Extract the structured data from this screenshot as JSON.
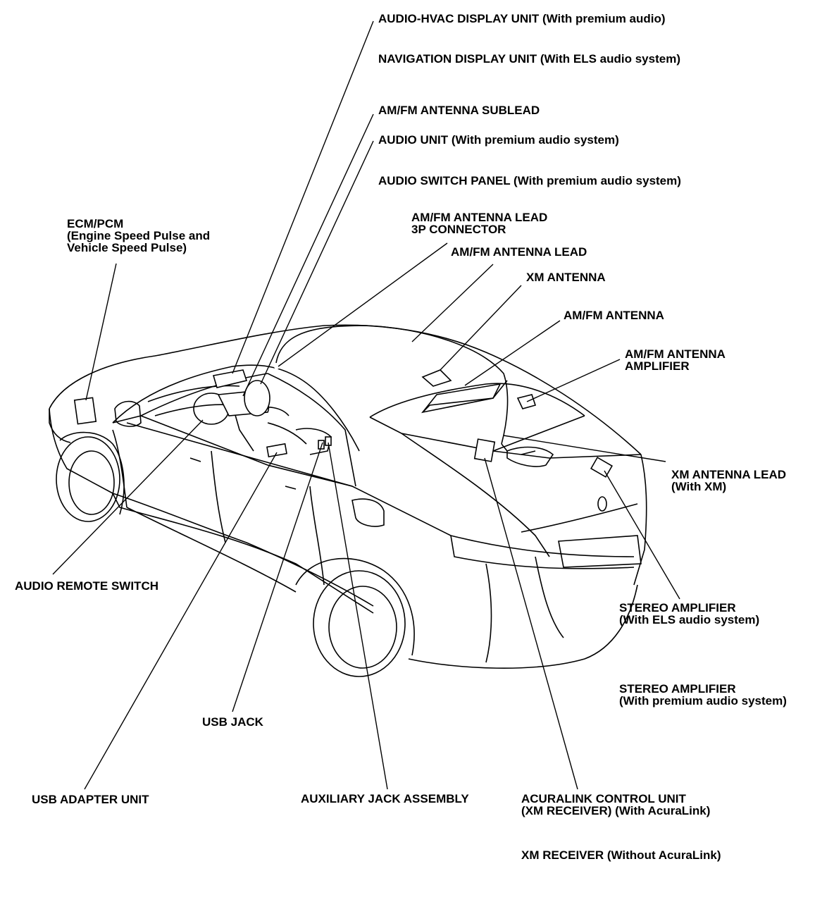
{
  "labels": {
    "audio_hvac_display": "AUDIO-HVAC DISPLAY UNIT (With premium audio)",
    "navigation_display": "NAVIGATION DISPLAY UNIT (With ELS audio system)",
    "amfm_antenna_sublead": "AM/FM ANTENNA SUBLEAD",
    "audio_unit": "AUDIO UNIT (With premium audio system)",
    "audio_switch_panel": "AUDIO SWITCH PANEL (With premium audio system)",
    "amfm_lead_3p": [
      "AM/FM ANTENNA LEAD",
      "3P CONNECTOR"
    ],
    "amfm_antenna_lead": "AM/FM ANTENNA LEAD",
    "xm_antenna": "XM ANTENNA",
    "amfm_antenna": "AM/FM ANTENNA",
    "amfm_antenna_amplifier": [
      "AM/FM ANTENNA",
      "AMPLIFIER"
    ],
    "ecm_pcm": [
      "ECM/PCM",
      "(Engine Speed Pulse and",
      "Vehicle Speed Pulse)"
    ],
    "xm_antenna_lead": [
      "XM ANTENNA LEAD",
      "(With XM)"
    ],
    "audio_remote_switch": "AUDIO REMOTE SWITCH",
    "stereo_amp_els": [
      "STEREO AMPLIFIER",
      "(With ELS audio system)"
    ],
    "stereo_amp_premium": [
      "STEREO AMPLIFIER",
      "(With premium audio system)"
    ],
    "usb_jack": "USB JACK",
    "usb_adapter_unit": "USB ADAPTER UNIT",
    "auxiliary_jack_assembly": "AUXILIARY JACK ASSEMBLY",
    "acuralink_control_unit": [
      "ACURALINK CONTROL UNIT",
      "(XM RECEIVER) (With AcuraLink)"
    ],
    "xm_receiver": "XM RECEIVER (Without AcuraLink)"
  }
}
